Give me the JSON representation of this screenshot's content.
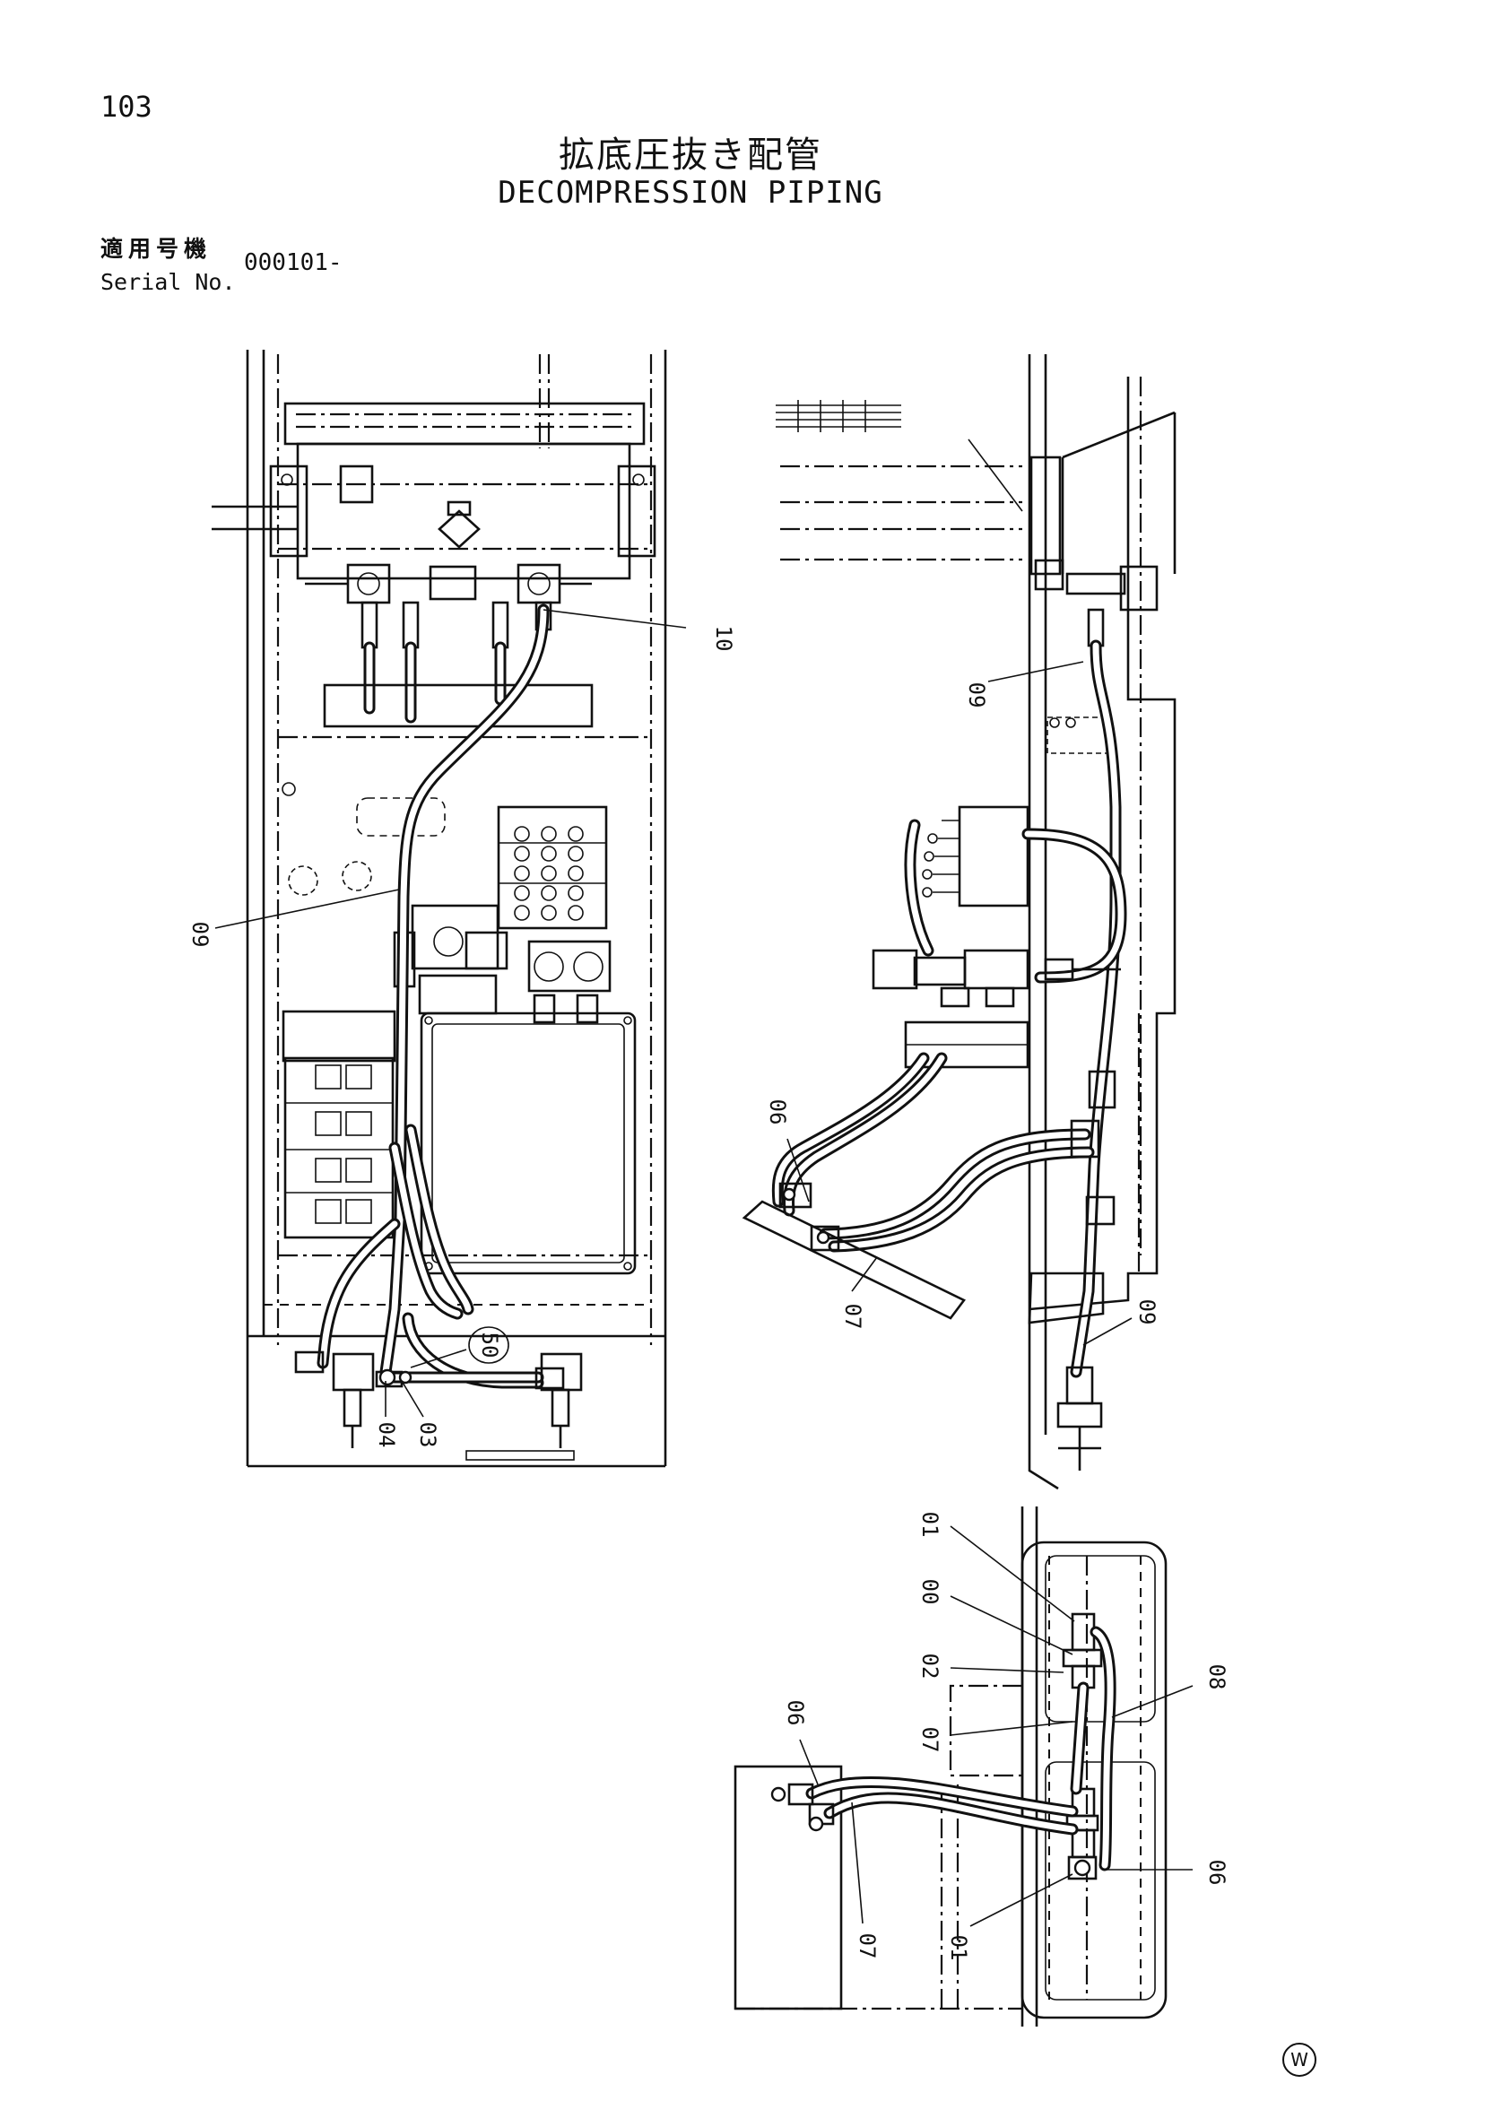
{
  "page": {
    "number": "103",
    "title_jp": "拡底圧抜き配管",
    "title_en": "DECOMPRESSION PIPING",
    "serial_label_jp": "適用号機",
    "serial_label_en": "Serial No.",
    "serial_value": "000101-",
    "corner_mark": "W"
  },
  "part_labels": {
    "left_view": [
      "10",
      "09",
      "04",
      "03"
    ],
    "left_circled": "50",
    "right_view": [
      "09",
      "06",
      "07",
      "09"
    ],
    "bottom_view": [
      "01",
      "00",
      "02",
      "07",
      "06",
      "07",
      "01",
      "08",
      "06"
    ]
  }
}
